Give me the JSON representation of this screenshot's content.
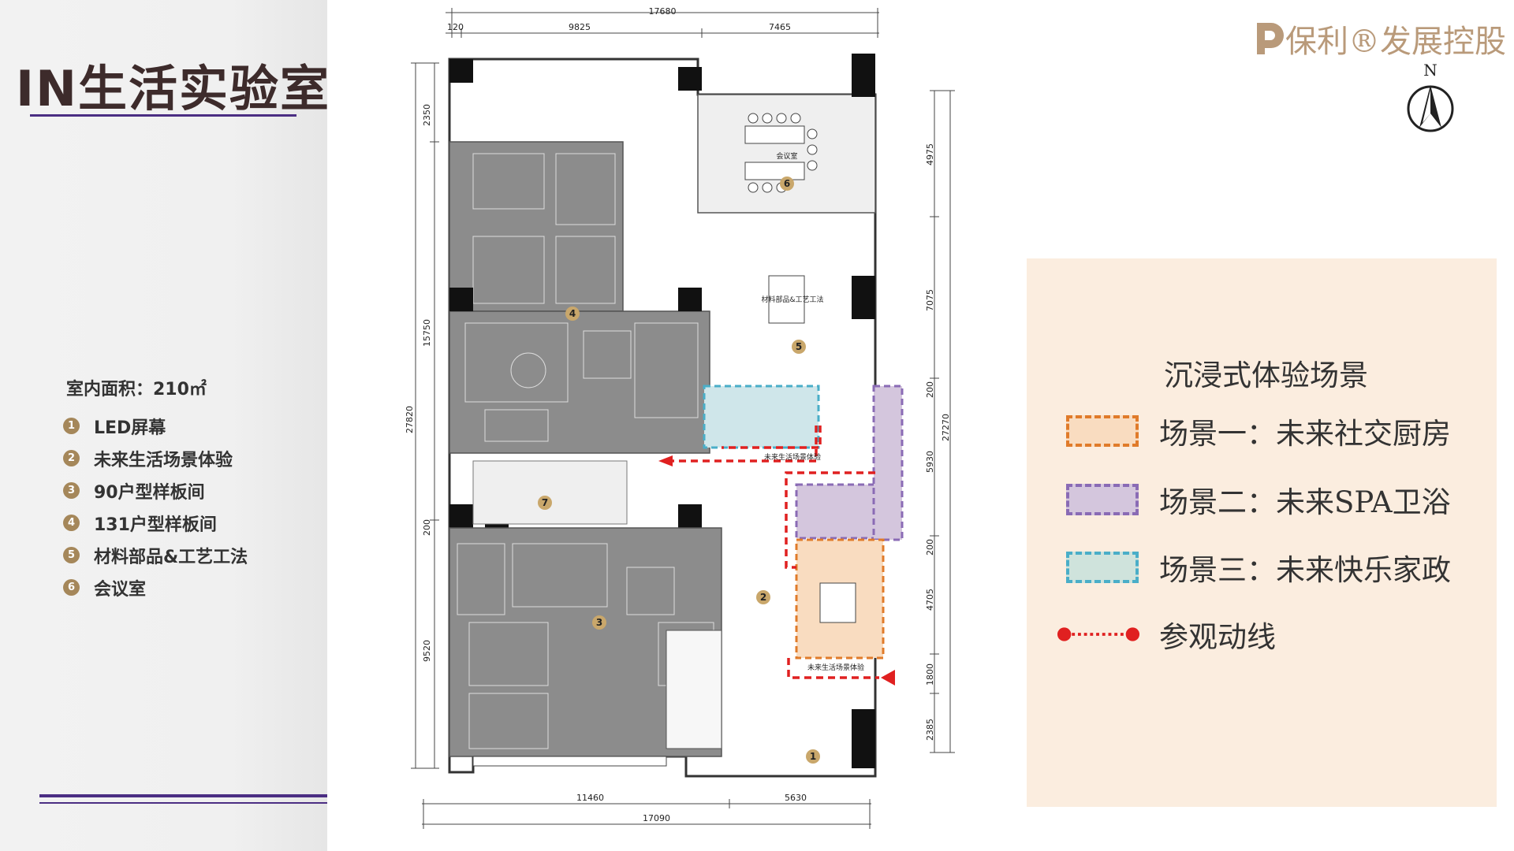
{
  "header": {
    "title": "IN生活实验室",
    "logo_text": "保利®发展控股"
  },
  "compass": {
    "label": "N"
  },
  "summary": {
    "area": "室内面积：210㎡"
  },
  "legend": [
    {
      "num": "1",
      "label": "LED屏幕"
    },
    {
      "num": "2",
      "label": "未来生活场景体验"
    },
    {
      "num": "3",
      "label": "90户型样板间"
    },
    {
      "num": "4",
      "label": "131户型样板间"
    },
    {
      "num": "5",
      "label": "材料部品&工艺工法"
    },
    {
      "num": "6",
      "label": "会议室"
    }
  ],
  "plan": {
    "dims_top": {
      "overall": "17680",
      "left_offset": "120",
      "segment_a": "9825",
      "segment_b": "7465"
    },
    "dims_bottom": {
      "segment_a": "11460",
      "segment_b": "5630",
      "overall": "17090"
    },
    "dims_left": {
      "top": "2350",
      "middle": "15750",
      "overall": "27820",
      "gap": "200",
      "bottom": "9520"
    },
    "dims_right": {
      "a": "4975",
      "b": "7075",
      "c": "200",
      "d": "5930",
      "overall": "27270",
      "e": "200",
      "f": "4705",
      "g": "1800",
      "h": "2385"
    },
    "room_labels": {
      "meeting": "会议室",
      "materials": "材料部品&工艺工法",
      "future_life_1": "未来生活场景体验",
      "future_life_2": "未来生活场景体验"
    },
    "markers": [
      "1",
      "2",
      "3",
      "4",
      "5",
      "6",
      "7"
    ]
  },
  "scenes": {
    "title": "沉浸式体验场景",
    "items": [
      {
        "label": "场景一：未来社交厨房",
        "border": "#e07b2a",
        "fill": "#f9dcc0"
      },
      {
        "label": "场景二：未来SPA卫浴",
        "border": "#8a6bb5",
        "fill": "#d4c6dd"
      },
      {
        "label": "场景三：未来快乐家政",
        "border": "#4aaec8",
        "fill": "#cfe3dc"
      }
    ],
    "route_label": "参观动线",
    "route_color": "#e02020"
  }
}
